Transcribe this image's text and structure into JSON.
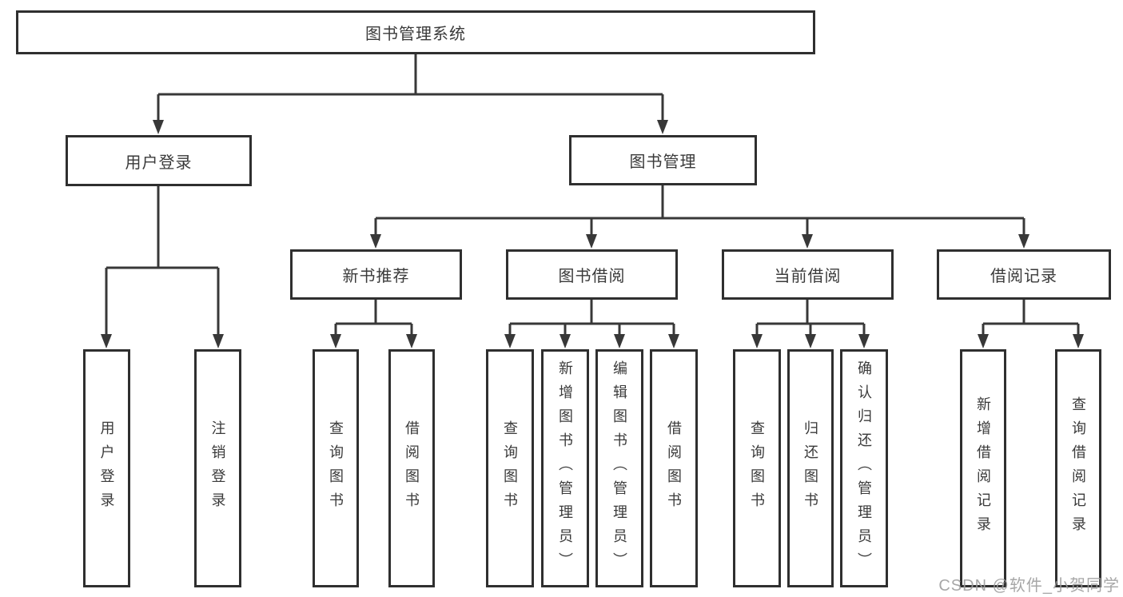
{
  "diagram": {
    "nodes": {
      "root": {
        "label": "图书管理系统"
      },
      "user_login": {
        "label": "用户登录"
      },
      "book_mgmt": {
        "label": "图书管理"
      },
      "new_book_rec": {
        "label": "新书推荐"
      },
      "book_borrow": {
        "label": "图书借阅"
      },
      "current_borrow": {
        "label": "当前借阅"
      },
      "borrow_record": {
        "label": "借阅记录"
      },
      "leaf_user_login": {
        "label": "用户登录"
      },
      "leaf_logout": {
        "label": "注销登录"
      },
      "leaf_rec_query": {
        "label": "查询图书"
      },
      "leaf_rec_borrow": {
        "label": "借阅图书"
      },
      "leaf_bb_query": {
        "label": "查询图书"
      },
      "leaf_bb_add": {
        "label": "新增图书（管理员）"
      },
      "leaf_bb_edit": {
        "label": "编辑图书（管理员）"
      },
      "leaf_bb_borrow": {
        "label": "借阅图书"
      },
      "leaf_cb_query": {
        "label": "查询图书"
      },
      "leaf_cb_return": {
        "label": "归还图书"
      },
      "leaf_cb_confirm": {
        "label": "确认归还（管理员）"
      },
      "leaf_br_add": {
        "label": "新增借阅记录"
      },
      "leaf_br_query": {
        "label": "查询借阅记录"
      }
    },
    "colors": {
      "line": "#383838",
      "box_border": "#2f2f2f",
      "text": "#3a3a3a",
      "background": "#ffffff",
      "watermark": "#9e9e9e"
    }
  },
  "watermark": {
    "text": "CSDN @软件_小贺同学"
  }
}
